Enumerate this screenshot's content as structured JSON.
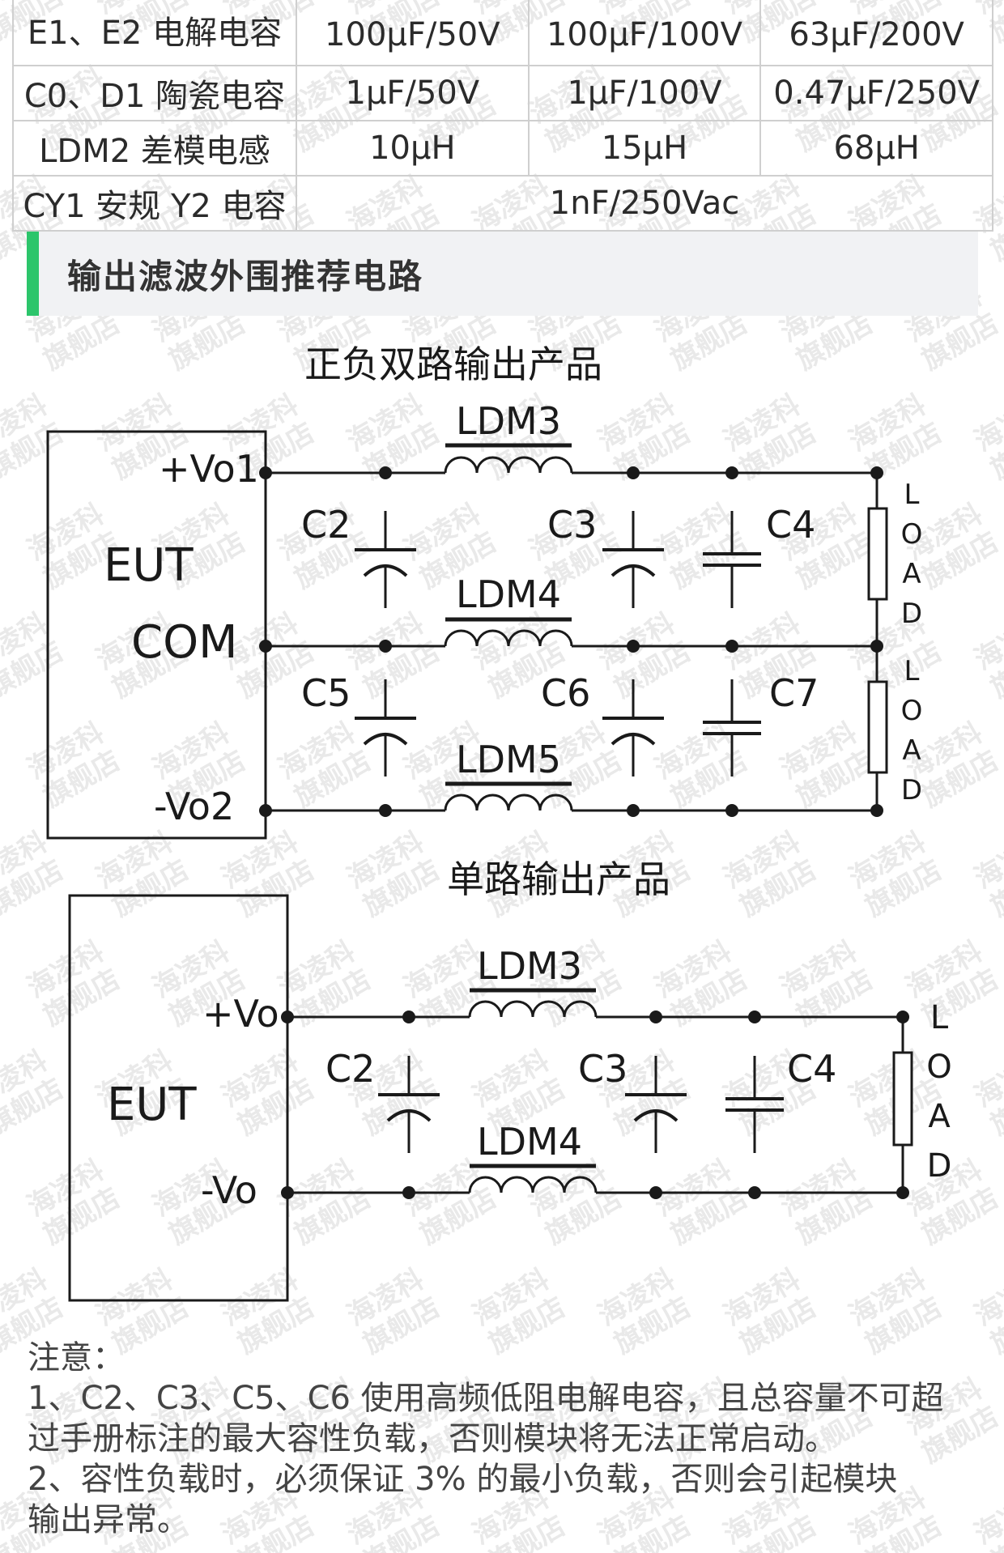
{
  "spec_table": {
    "rows": [
      {
        "label": "E1、E2 电解电容",
        "v1": "100μF/50V",
        "v2": "100μF/100V",
        "v3": "63μF/200V"
      },
      {
        "label": "C0、D1 陶瓷电容",
        "v1": "1μF/50V",
        "v2": "1μF/100V",
        "v3": "0.47μF/250V"
      },
      {
        "label": "LDM2 差模电感",
        "v1": "10μH",
        "v2": "15μH",
        "v3": "68μH"
      },
      {
        "label": "CY1 安规 Y2 电容",
        "merged": "1nF/250Vac"
      }
    ]
  },
  "section": {
    "title": "输出滤波外围推荐电路",
    "accent_color": "#2cc56b",
    "background_color": "#f1f2f4"
  },
  "dual_circuit": {
    "title": "正负双路输出产品",
    "eut": "EUT",
    "com": "COM",
    "vo1": "+Vo1",
    "vo2": "-Vo2",
    "ldm3": "LDM3",
    "ldm4": "LDM4",
    "ldm5": "LDM5",
    "c2": "C2",
    "c3": "C3",
    "c4": "C4",
    "c5": "C5",
    "c6": "C6",
    "c7": "C7",
    "load_letters": [
      "L",
      "O",
      "A",
      "D"
    ]
  },
  "single_circuit": {
    "title": "单路输出产品",
    "eut": "EUT",
    "vo_pos": "+Vo",
    "vo_neg": "-Vo",
    "ldm3": "LDM3",
    "ldm4": "LDM4",
    "c2": "C2",
    "c3": "C3",
    "c4": "C4",
    "load_letters": [
      "L",
      "O",
      "A",
      "D"
    ]
  },
  "notes": {
    "heading": "注意：",
    "lines": [
      "1、C2、C3、C5、C6 使用高频低阻电解电容，且总容量不可超",
      "过手册标注的最大容性负载，否则模块将无法正常启动。",
      "2、容性负载时，必须保证 3% 的最小负载，否则会引起模块",
      "输出异常。"
    ]
  },
  "watermark": {
    "line1": "海凌科",
    "line2": "旗舰店"
  }
}
